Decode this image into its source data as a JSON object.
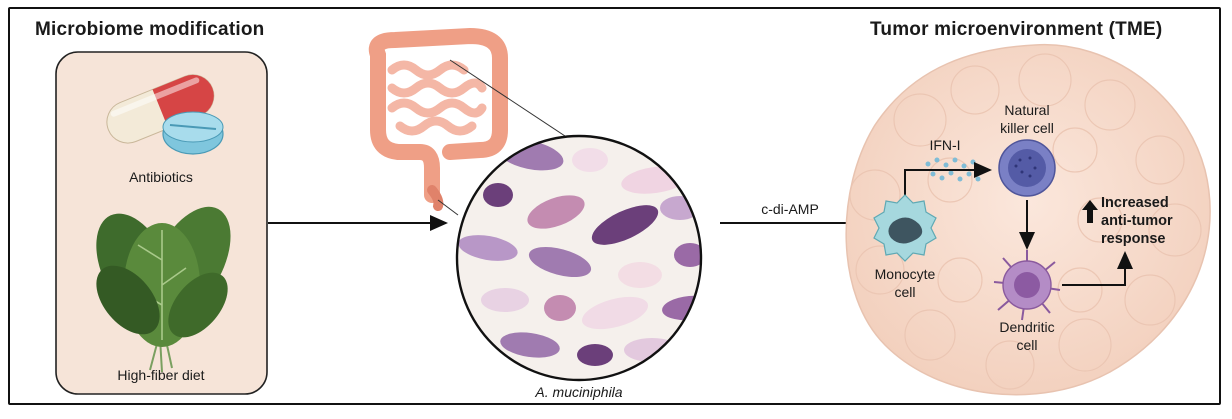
{
  "left_section": {
    "title": "Microbiome modification",
    "items": [
      {
        "label": "Antibiotics",
        "icon": "pills-icon"
      },
      {
        "label": "High-fiber diet",
        "icon": "spinach-icon"
      }
    ]
  },
  "middle_section": {
    "organ_icon": "intestine-icon",
    "bacteria_label": "A. muciniphila"
  },
  "arrow_label": "c-di-AMP",
  "right_section": {
    "title": "Tumor microenvironment (TME)",
    "signal_label": "IFN-I",
    "cells": {
      "monocyte": "Monocyte\ncell",
      "nk": "Natural\nkiller cell",
      "dendritic": "Dendritic\ncell"
    },
    "outcome": "Increased\nanti-tumor\nresponse"
  },
  "colors": {
    "panel_fill": "#f6e4d8",
    "tumor_fill": "#f7dccd",
    "intestine": "#f0a48d",
    "nk_cell": "#6e73b8",
    "dendritic_cell": "#a77ab8",
    "monocyte_cell": "#8fc9cf",
    "bacteria_purple": "#9a6aa6"
  }
}
